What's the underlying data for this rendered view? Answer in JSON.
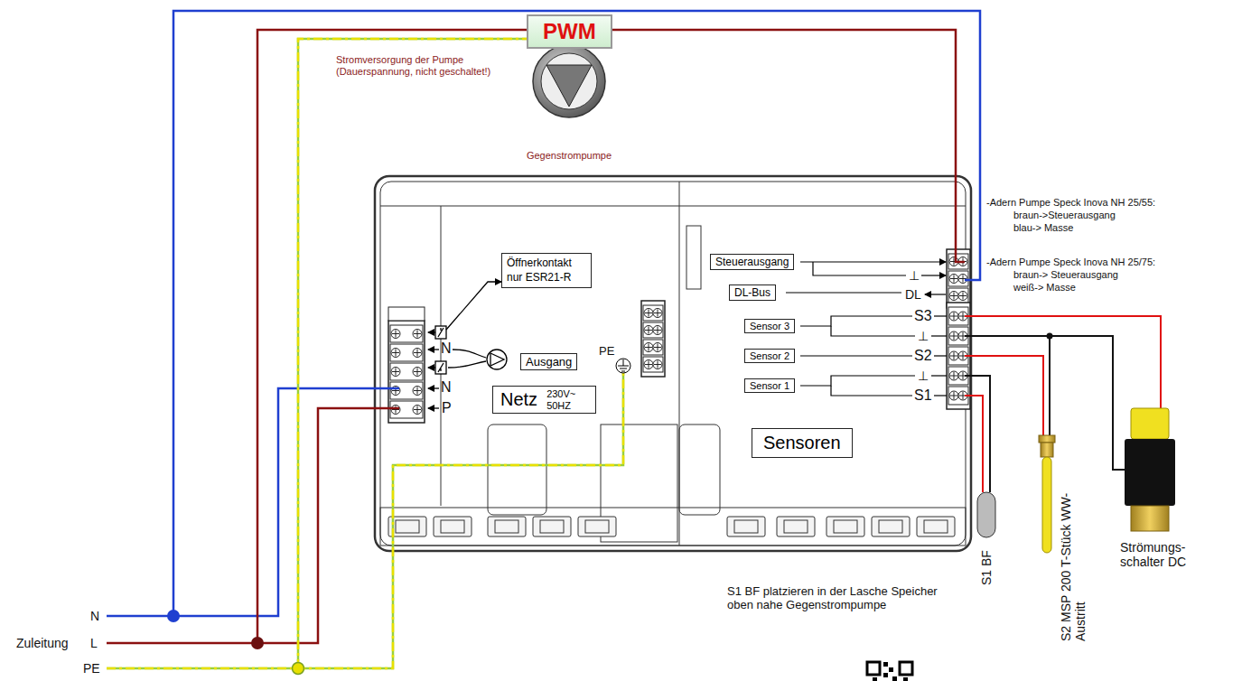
{
  "diagram": {
    "nodes": [
      {
        "text": [
          "PWM"
        ]
      },
      {
        "text": [
          "Gegenstrompumpe"
        ]
      },
      {
        "text": [
          "Öffnerkontakt nur ESR21-R"
        ]
      },
      {
        "text": [
          "Ausgang"
        ]
      },
      {
        "text": [
          "Netz",
          "230V~ 50HZ"
        ]
      },
      {
        "text": [
          "Steuerausgang"
        ]
      },
      {
        "text": [
          "DL-Bus"
        ]
      },
      {
        "text": [
          "Sensor 3"
        ]
      },
      {
        "text": [
          "Sensor 2"
        ]
      },
      {
        "text": [
          "Sensor 1"
        ]
      },
      {
        "text": [
          "Sensoren"
        ]
      }
    ],
    "labels": [
      "Stromversorgung der Pumpe (Dauerspannung, nicht geschaltet!)",
      "-Adern Pumpe Speck Inova NH 25/55:",
      "braun->Steuerausgang",
      "blau-> Masse",
      "-Adern Pumpe Speck Inova NH 25/75:",
      "braun-> Steuerausgang",
      "weiß-> Masse",
      "N",
      "N",
      "P",
      "PE",
      "⊥",
      "DL",
      "S3",
      "⊥",
      "S2",
      "⊥",
      "S1",
      "S1 BF",
      "S2 MSP 200 T-Stück WW-Austritt",
      "Strömungs- schalter DC",
      "S1 BF platzieren in der Lasche Speicher oben nahe Gegenstrompumpe",
      "Zuleitung",
      "N",
      "L",
      "PE"
    ]
  }
}
